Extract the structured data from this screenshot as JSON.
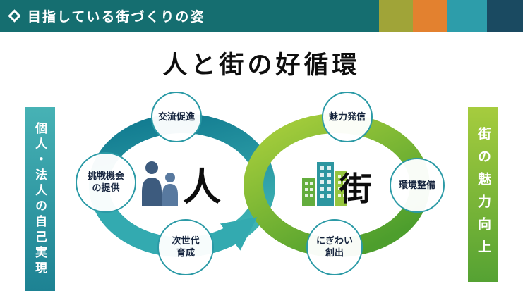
{
  "header": {
    "title": "目指している街づくりの姿",
    "accent_blocks": [
      "#a0a438",
      "#e3812f",
      "#2d9daa",
      "#1a4a61"
    ],
    "bar_color": "#156e70"
  },
  "main": {
    "title": "人と街の好循環"
  },
  "left_banner": {
    "text": "個人・法人の自己実現"
  },
  "right_banner": {
    "text": "街の魅力向上"
  },
  "diagram": {
    "left_loop": {
      "center_label": "人",
      "color_dark": "#10798f",
      "color_light": "#3eb3b4",
      "nodes": [
        {
          "label": "交流促進"
        },
        {
          "label": "挑戦機会\nの提供"
        },
        {
          "label": "次世代\n育成"
        }
      ]
    },
    "right_loop": {
      "center_label": "街",
      "color_light": "#abd03c",
      "color_dark": "#4d9e2d",
      "nodes": [
        {
          "label": "魅力発信"
        },
        {
          "label": "環境整備"
        },
        {
          "label": "にぎわい\n創出"
        }
      ]
    }
  },
  "colors": {
    "node_border": "#2b9aa6",
    "node_text": "#17253f",
    "arrow": "#33aab0",
    "banner_left_top": "#47b2b5",
    "banner_left_bottom": "#1d8293",
    "banner_right_top": "#a6cc3e",
    "banner_right_bottom": "#55a233"
  }
}
